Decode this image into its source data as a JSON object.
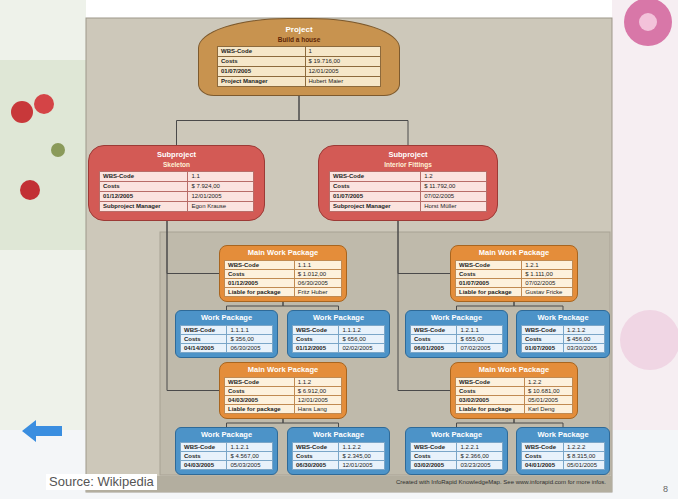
{
  "diagram": {
    "nodes": [
      {
        "text": [
          "Project",
          "Build a house",
          "WBS-Code",
          "1",
          "Costs",
          "$ 19.716,00",
          "01/07/2005",
          "12/01/2005",
          "Project Manager",
          "Hubert Maier"
        ]
      },
      {
        "text": [
          "Subproject",
          "Skeleton",
          "WBS-Code",
          "1.1",
          "Costs",
          "$ 7.924,00",
          "01/12/2005",
          "12/01/2005",
          "Subproject Manager",
          "Egon Krause"
        ]
      },
      {
        "text": [
          "Subproject",
          "Interior Fittings",
          "WBS-Code",
          "1.2",
          "Costs",
          "$ 11.792,00",
          "01/07/2005",
          "07/02/2005",
          "Subproject Manager",
          "Horst Müller"
        ]
      },
      {
        "text": [
          "Main Work Package",
          "WBS-Code",
          "1.1.1",
          "Costs",
          "$ 1.012,00",
          "01/12/2005",
          "06/30/2005",
          "Liable for package",
          "Fritz Huber"
        ]
      },
      {
        "text": [
          "Main Work Package",
          "WBS-Code",
          "1.2.1",
          "Costs",
          "$ 1.111,00",
          "01/07/2005",
          "07/02/2005",
          "Liable for package",
          "Gustav Fricke"
        ]
      },
      {
        "text": [
          "Work Package",
          "WBS-Code",
          "1.1.1.1",
          "Costs",
          "$ 356,00",
          "04/14/2005",
          "06/30/2005"
        ]
      },
      {
        "text": [
          "Work Package",
          "WBS-Code",
          "1.1.1.2",
          "Costs",
          "$ 656,00",
          "01/12/2005",
          "02/02/2005"
        ]
      },
      {
        "text": [
          "Work Package",
          "WBS-Code",
          "1.2.1.1",
          "Costs",
          "$ 655,00",
          "06/01/2005",
          "07/02/2005"
        ]
      },
      {
        "text": [
          "Work Package",
          "WBS-Code",
          "1.2.1.2",
          "Costs",
          "$ 456,00",
          "01/07/2005",
          "03/30/2005"
        ]
      },
      {
        "text": [
          "Main Work Package",
          "WBS-Code",
          "1.1.2",
          "Costs",
          "$ 6.912,00",
          "04/03/2005",
          "12/01/2005",
          "Liable for package",
          "Hans Lang"
        ]
      },
      {
        "text": [
          "Main Work Package",
          "WBS-Code",
          "1.2.2",
          "Costs",
          "$ 10.681,00",
          "03/02/2005",
          "05/01/2005",
          "Liable for package",
          "Karl Deng"
        ]
      },
      {
        "text": [
          "Work Package",
          "WBS-Code",
          "1.1.2.1",
          "Costs",
          "$ 4.567,00",
          "04/03/2005",
          "05/03/2005"
        ]
      },
      {
        "text": [
          "Work Package",
          "WBS-Code",
          "1.1.2.2",
          "Costs",
          "$ 2.345,00",
          "06/30/2005",
          "12/01/2005"
        ]
      },
      {
        "text": [
          "Work Package",
          "WBS-Code",
          "1.2.2.1",
          "Costs",
          "$ 2.366,00",
          "03/02/2005",
          "03/23/2005"
        ]
      },
      {
        "text": [
          "Work Package",
          "WBS-Code",
          "1.2.2.2",
          "Costs",
          "$ 8.315,00",
          "04/01/2005",
          "05/01/2005"
        ]
      }
    ],
    "edges": [
      {
        "from": 0,
        "to": 1,
        "arrow": "none"
      },
      {
        "from": 0,
        "to": 2,
        "arrow": "none"
      },
      {
        "from": 1,
        "to": 3,
        "arrow": "none"
      },
      {
        "from": 1,
        "to": 9,
        "arrow": "none"
      },
      {
        "from": 2,
        "to": 4,
        "arrow": "none"
      },
      {
        "from": 2,
        "to": 10,
        "arrow": "none"
      },
      {
        "from": 3,
        "to": 5,
        "arrow": "none"
      },
      {
        "from": 3,
        "to": 6,
        "arrow": "none"
      },
      {
        "from": 4,
        "to": 7,
        "arrow": "none"
      },
      {
        "from": 4,
        "to": 8,
        "arrow": "none"
      },
      {
        "from": 9,
        "to": 11,
        "arrow": "none"
      },
      {
        "from": 9,
        "to": 12,
        "arrow": "none"
      },
      {
        "from": 10,
        "to": 13,
        "arrow": "none"
      },
      {
        "from": 10,
        "to": 14,
        "arrow": "none"
      }
    ],
    "labels": [
      "Created with InfoRapid KnowledgeMap. See www.inforapid.com for more infos.",
      "Source: Wikipedia",
      "8"
    ]
  }
}
